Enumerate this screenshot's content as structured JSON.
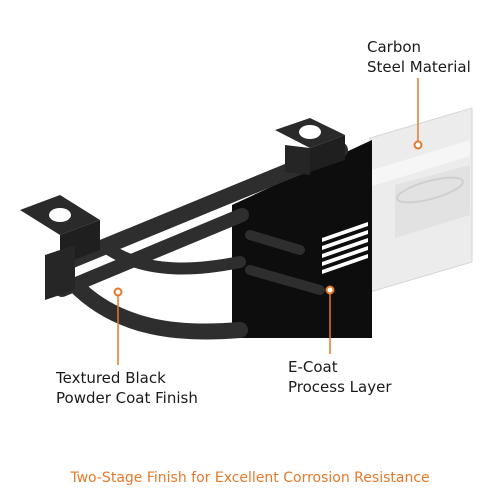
{
  "labels": {
    "carbon_steel": [
      "Carbon",
      "Steel Material"
    ],
    "textured_finish": [
      "Textured Black",
      "Powder Coat Finish"
    ],
    "ecoat": [
      "E-Coat",
      "Process Layer"
    ]
  },
  "caption": "Two-Stage Finish for Excellent Corrosion Resistance",
  "colors": {
    "accent": "#e5792a",
    "text": "#1a1a1a",
    "powder_coat": "#2b2b2b",
    "ecoat_layer": "#0d0d0d",
    "raw_steel": "#eeeeee"
  }
}
